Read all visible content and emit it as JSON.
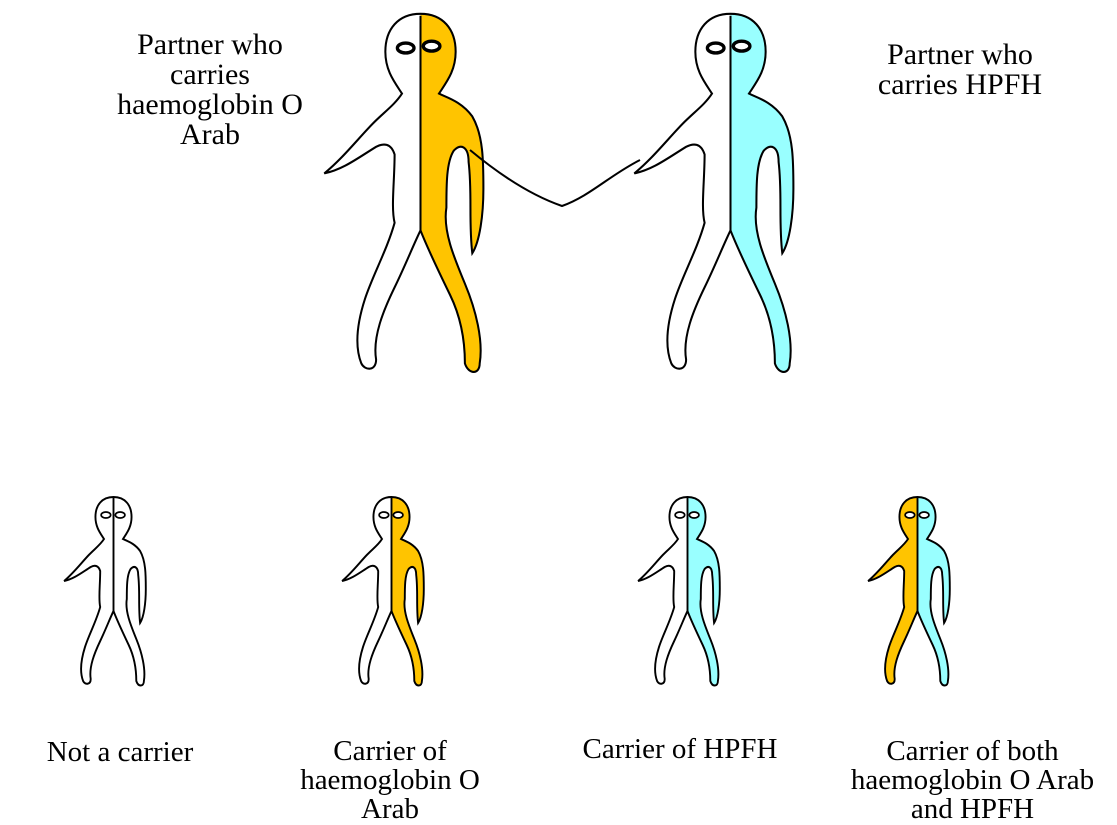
{
  "colors": {
    "haemoglobin_o_arab": "#FFC400",
    "hpfh": "#99FFFF",
    "non_carrier": "#FFFFFF",
    "outline": "#000000"
  },
  "parents": {
    "left": {
      "label_lines": [
        "Partner who",
        "carries",
        "haemoglobin O",
        "Arab"
      ],
      "left_half": "non_carrier",
      "right_half": "haemoglobin_o_arab"
    },
    "right": {
      "label_lines": [
        "Partner who",
        "carries HPFH"
      ],
      "left_half": "non_carrier",
      "right_half": "hpfh"
    }
  },
  "children": [
    {
      "label_lines": [
        "Not a carrier"
      ],
      "left_half": "non_carrier",
      "right_half": "non_carrier"
    },
    {
      "label_lines": [
        "Carrier of",
        "haemoglobin O",
        "Arab"
      ],
      "left_half": "non_carrier",
      "right_half": "haemoglobin_o_arab"
    },
    {
      "label_lines": [
        "Carrier of HPFH"
      ],
      "left_half": "non_carrier",
      "right_half": "hpfh"
    },
    {
      "label_lines": [
        "Carrier of both",
        "haemoglobin O Arab",
        "and HPFH"
      ],
      "left_half": "haemoglobin_o_arab",
      "right_half": "hpfh"
    }
  ]
}
